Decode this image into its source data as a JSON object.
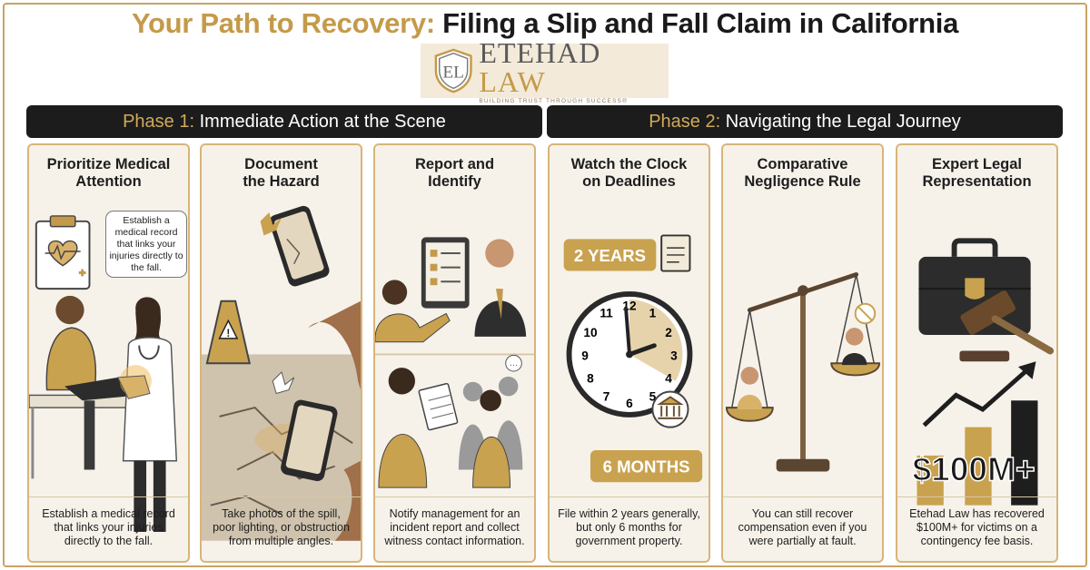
{
  "title": {
    "accent": "Your Path to Recovery:",
    "main": "Filing a Slip and Fall Claim in California"
  },
  "logo": {
    "name_part1": "ETEHAD",
    "name_part2": "LAW",
    "tagline": "BUILDING TRUST THROUGH SUCCESS®"
  },
  "phases": [
    {
      "number": "Phase 1:",
      "label": "Immediate Action at the Scene"
    },
    {
      "number": "Phase 2:",
      "label": "Navigating the Legal Journey"
    }
  ],
  "cards": [
    {
      "title_line1": "Prioritize Medical",
      "title_line2": "Attention",
      "bubble": "Establish a medical record that links your injuries directly to the fall.",
      "desc": "Establish a medical record that links your injuries directly to the fall."
    },
    {
      "title_line1": "Document",
      "title_line2": "the Hazard",
      "desc": "Take photos of the spill, poor lighting, or obstruction from multiple angles."
    },
    {
      "title_line1": "Report and",
      "title_line2": "Identify",
      "desc": "Notify management for an incident report and collect witness contact information."
    },
    {
      "title_line1": "Watch the Clock",
      "title_line2": "on Deadlines",
      "label_years": "2 YEARS",
      "label_months": "6 MONTHS",
      "desc": "File within 2 years generally, but only 6 months for government property."
    },
    {
      "title_line1": "Comparative",
      "title_line2": "Negligence Rule",
      "desc": "You can still recover compensation even if you were partially at fault."
    },
    {
      "title_line1": "Expert Legal",
      "title_line2": "Representation",
      "amount": "$100M+",
      "desc": "Etehad Law has recovered $100M+ for victims on a contingency fee basis."
    }
  ],
  "colors": {
    "gold": "#c49a4a",
    "dark": "#1c1c1c",
    "card_bg": "#f6f2ea",
    "card_border": "#d8b57a"
  },
  "icons": [
    "clipboard-icon",
    "doctor-icon",
    "patient-icon",
    "wet-floor-sign-icon",
    "phone-camera-icon",
    "tablet-icon",
    "manager-icon",
    "notepad-icon",
    "clock-icon",
    "document-icon",
    "courthouse-icon",
    "scale-icon",
    "briefcase-icon",
    "gavel-icon",
    "growth-arrow-icon"
  ]
}
